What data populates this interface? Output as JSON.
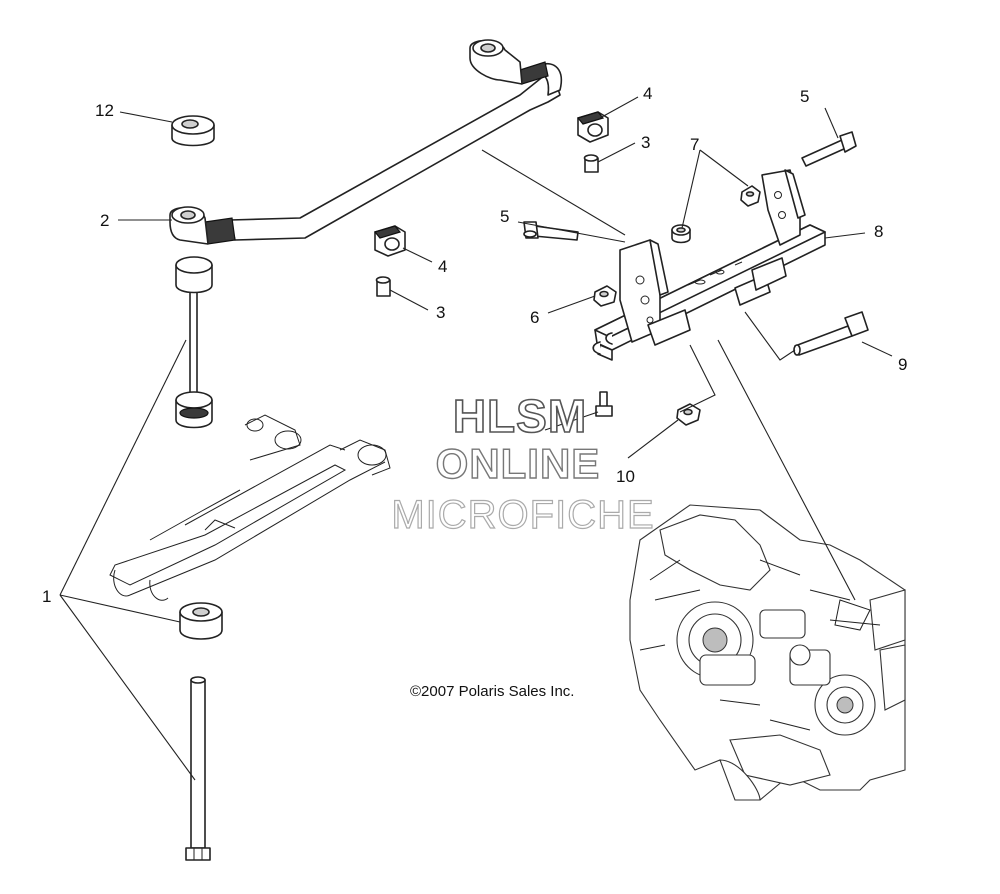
{
  "callouts": {
    "c1": "1",
    "c2": "2",
    "c3a": "3",
    "c3b": "3",
    "c4a": "4",
    "c4b": "4",
    "c5a": "5",
    "c5b": "5",
    "c6": "6",
    "c7": "7",
    "c8": "8",
    "c9": "9",
    "c10": "10",
    "c12": "12"
  },
  "watermark": {
    "line1": "HLSM",
    "line2": "ONLINE",
    "line3": "MICROFICHE"
  },
  "copyright": "©2007 Polaris Sales Inc."
}
